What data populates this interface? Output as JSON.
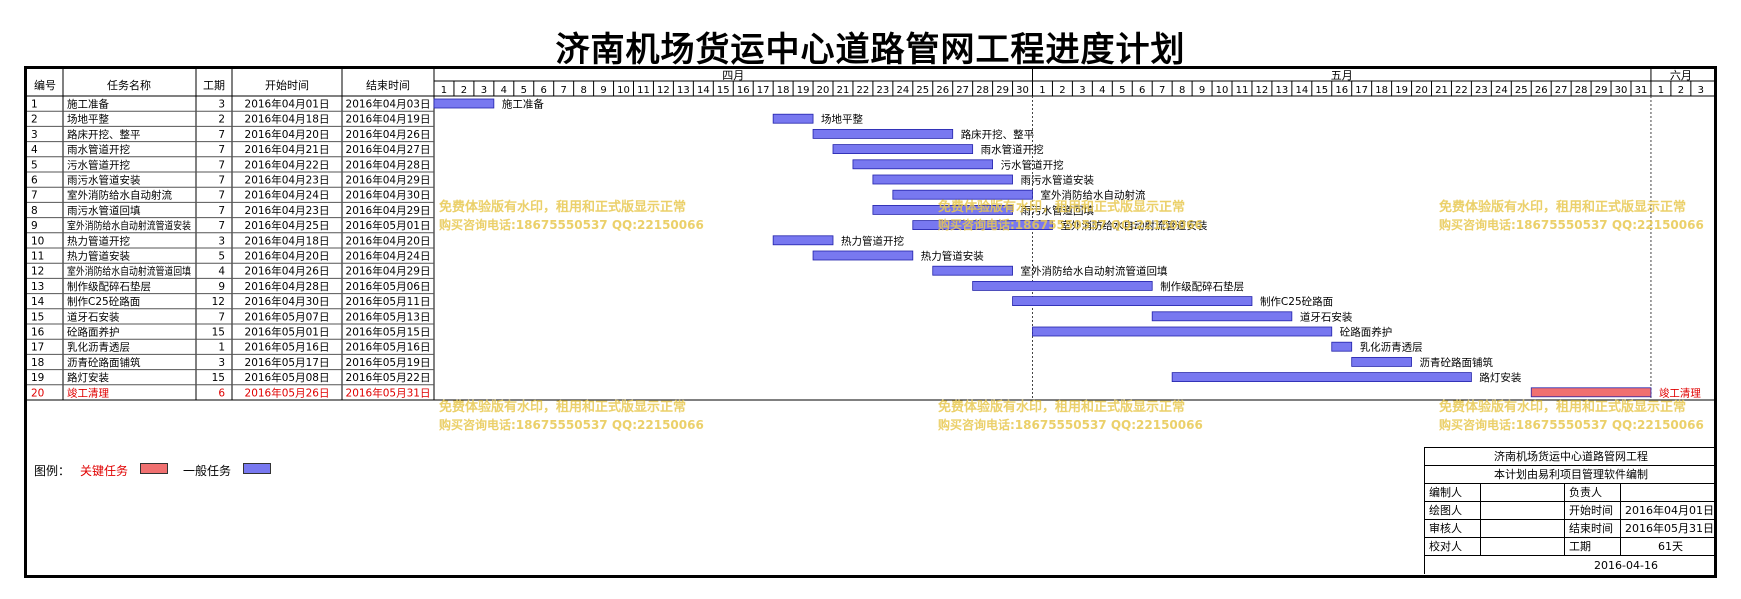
{
  "title": "济南机场货运中心道路管网工程进度计划",
  "headers": {
    "id": "编号",
    "name": "任务名称",
    "duration": "工期",
    "start": "开始时间",
    "end": "结束时间"
  },
  "months": [
    {
      "name": "四月",
      "days": 30
    },
    {
      "name": "五月",
      "days": 31
    },
    {
      "name": "六月",
      "days": 3
    }
  ],
  "watermark": {
    "line1": "免费体验版有水印，租用和正式版显示正常",
    "line2": "购买咨询电话:18675550537 QQ:22150066"
  },
  "legend": {
    "label": "图例：",
    "critical": "关键任务",
    "normal": "一般任务"
  },
  "colors": {
    "critical": "#f07070",
    "normal": "#7878f0",
    "critical_text": "#e00000",
    "watermark": "#e8c850"
  },
  "infobox": {
    "project": "济南机场货运中心道路管网工程",
    "made_by": "本计划由易利项目管理软件编制",
    "rows": [
      [
        "编制人",
        "",
        "负责人",
        ""
      ],
      [
        "绘图人",
        "",
        "开始时间",
        "2016年04月01日"
      ],
      [
        "审核人",
        "",
        "结束时间",
        "2016年05月31日"
      ],
      [
        "校对人",
        "",
        "工期",
        "61天"
      ]
    ],
    "date": "2016-04-16"
  },
  "chart_data": {
    "type": "gantt",
    "title": "济南机场货运中心道路管网工程进度计划",
    "x_range": [
      "2016-04-01",
      "2016-06-03"
    ],
    "tasks": [
      {
        "id": "1",
        "name": "施工准备",
        "duration": 3,
        "start": "2016年04月01日",
        "end": "2016年04月03日",
        "critical": false
      },
      {
        "id": "2",
        "name": "场地平整",
        "duration": 2,
        "start": "2016年04月18日",
        "end": "2016年04月19日",
        "critical": false
      },
      {
        "id": "3",
        "name": "路床开挖、整平",
        "duration": 7,
        "start": "2016年04月20日",
        "end": "2016年04月26日",
        "critical": false
      },
      {
        "id": "4",
        "name": "雨水管道开挖",
        "duration": 7,
        "start": "2016年04月21日",
        "end": "2016年04月27日",
        "critical": false
      },
      {
        "id": "5",
        "name": "污水管道开挖",
        "duration": 7,
        "start": "2016年04月22日",
        "end": "2016年04月28日",
        "critical": false
      },
      {
        "id": "6",
        "name": "雨污水管道安装",
        "duration": 7,
        "start": "2016年04月23日",
        "end": "2016年04月29日",
        "critical": false
      },
      {
        "id": "7",
        "name": "室外消防给水自动射流",
        "duration": 7,
        "start": "2016年04月24日",
        "end": "2016年04月30日",
        "critical": false
      },
      {
        "id": "8",
        "name": "雨污水管道回填",
        "duration": 7,
        "start": "2016年04月23日",
        "end": "2016年04月29日",
        "critical": false
      },
      {
        "id": "9",
        "name": "室外消防给水自动射流管道安装",
        "duration": 7,
        "start": "2016年04月25日",
        "end": "2016年05月01日",
        "critical": false
      },
      {
        "id": "10",
        "name": "热力管道开挖",
        "duration": 3,
        "start": "2016年04月18日",
        "end": "2016年04月20日",
        "critical": false
      },
      {
        "id": "11",
        "name": "热力管道安装",
        "duration": 5,
        "start": "2016年04月20日",
        "end": "2016年04月24日",
        "critical": false
      },
      {
        "id": "12",
        "name": "室外消防给水自动射流管道回填",
        "duration": 4,
        "start": "2016年04月26日",
        "end": "2016年04月29日",
        "critical": false
      },
      {
        "id": "13",
        "name": "制作级配碎石垫层",
        "duration": 9,
        "start": "2016年04月28日",
        "end": "2016年05月06日",
        "critical": false
      },
      {
        "id": "14",
        "name": "制作C25砼路面",
        "duration": 12,
        "start": "2016年04月30日",
        "end": "2016年05月11日",
        "critical": false
      },
      {
        "id": "15",
        "name": "道牙石安装",
        "duration": 7,
        "start": "2016年05月07日",
        "end": "2016年05月13日",
        "critical": false
      },
      {
        "id": "16",
        "name": "砼路面养护",
        "duration": 15,
        "start": "2016年05月01日",
        "end": "2016年05月15日",
        "critical": false
      },
      {
        "id": "17",
        "name": "乳化沥青透层",
        "duration": 1,
        "start": "2016年05月16日",
        "end": "2016年05月16日",
        "critical": false
      },
      {
        "id": "18",
        "name": "沥青砼路面铺筑",
        "duration": 3,
        "start": "2016年05月17日",
        "end": "2016年05月19日",
        "critical": false
      },
      {
        "id": "19",
        "name": "路灯安装",
        "duration": 15,
        "start": "2016年05月08日",
        "end": "2016年05月22日",
        "critical": false
      },
      {
        "id": "20",
        "name": "竣工清理",
        "duration": 6,
        "start": "2016年05月26日",
        "end": "2016年05月31日",
        "critical": true
      }
    ]
  }
}
